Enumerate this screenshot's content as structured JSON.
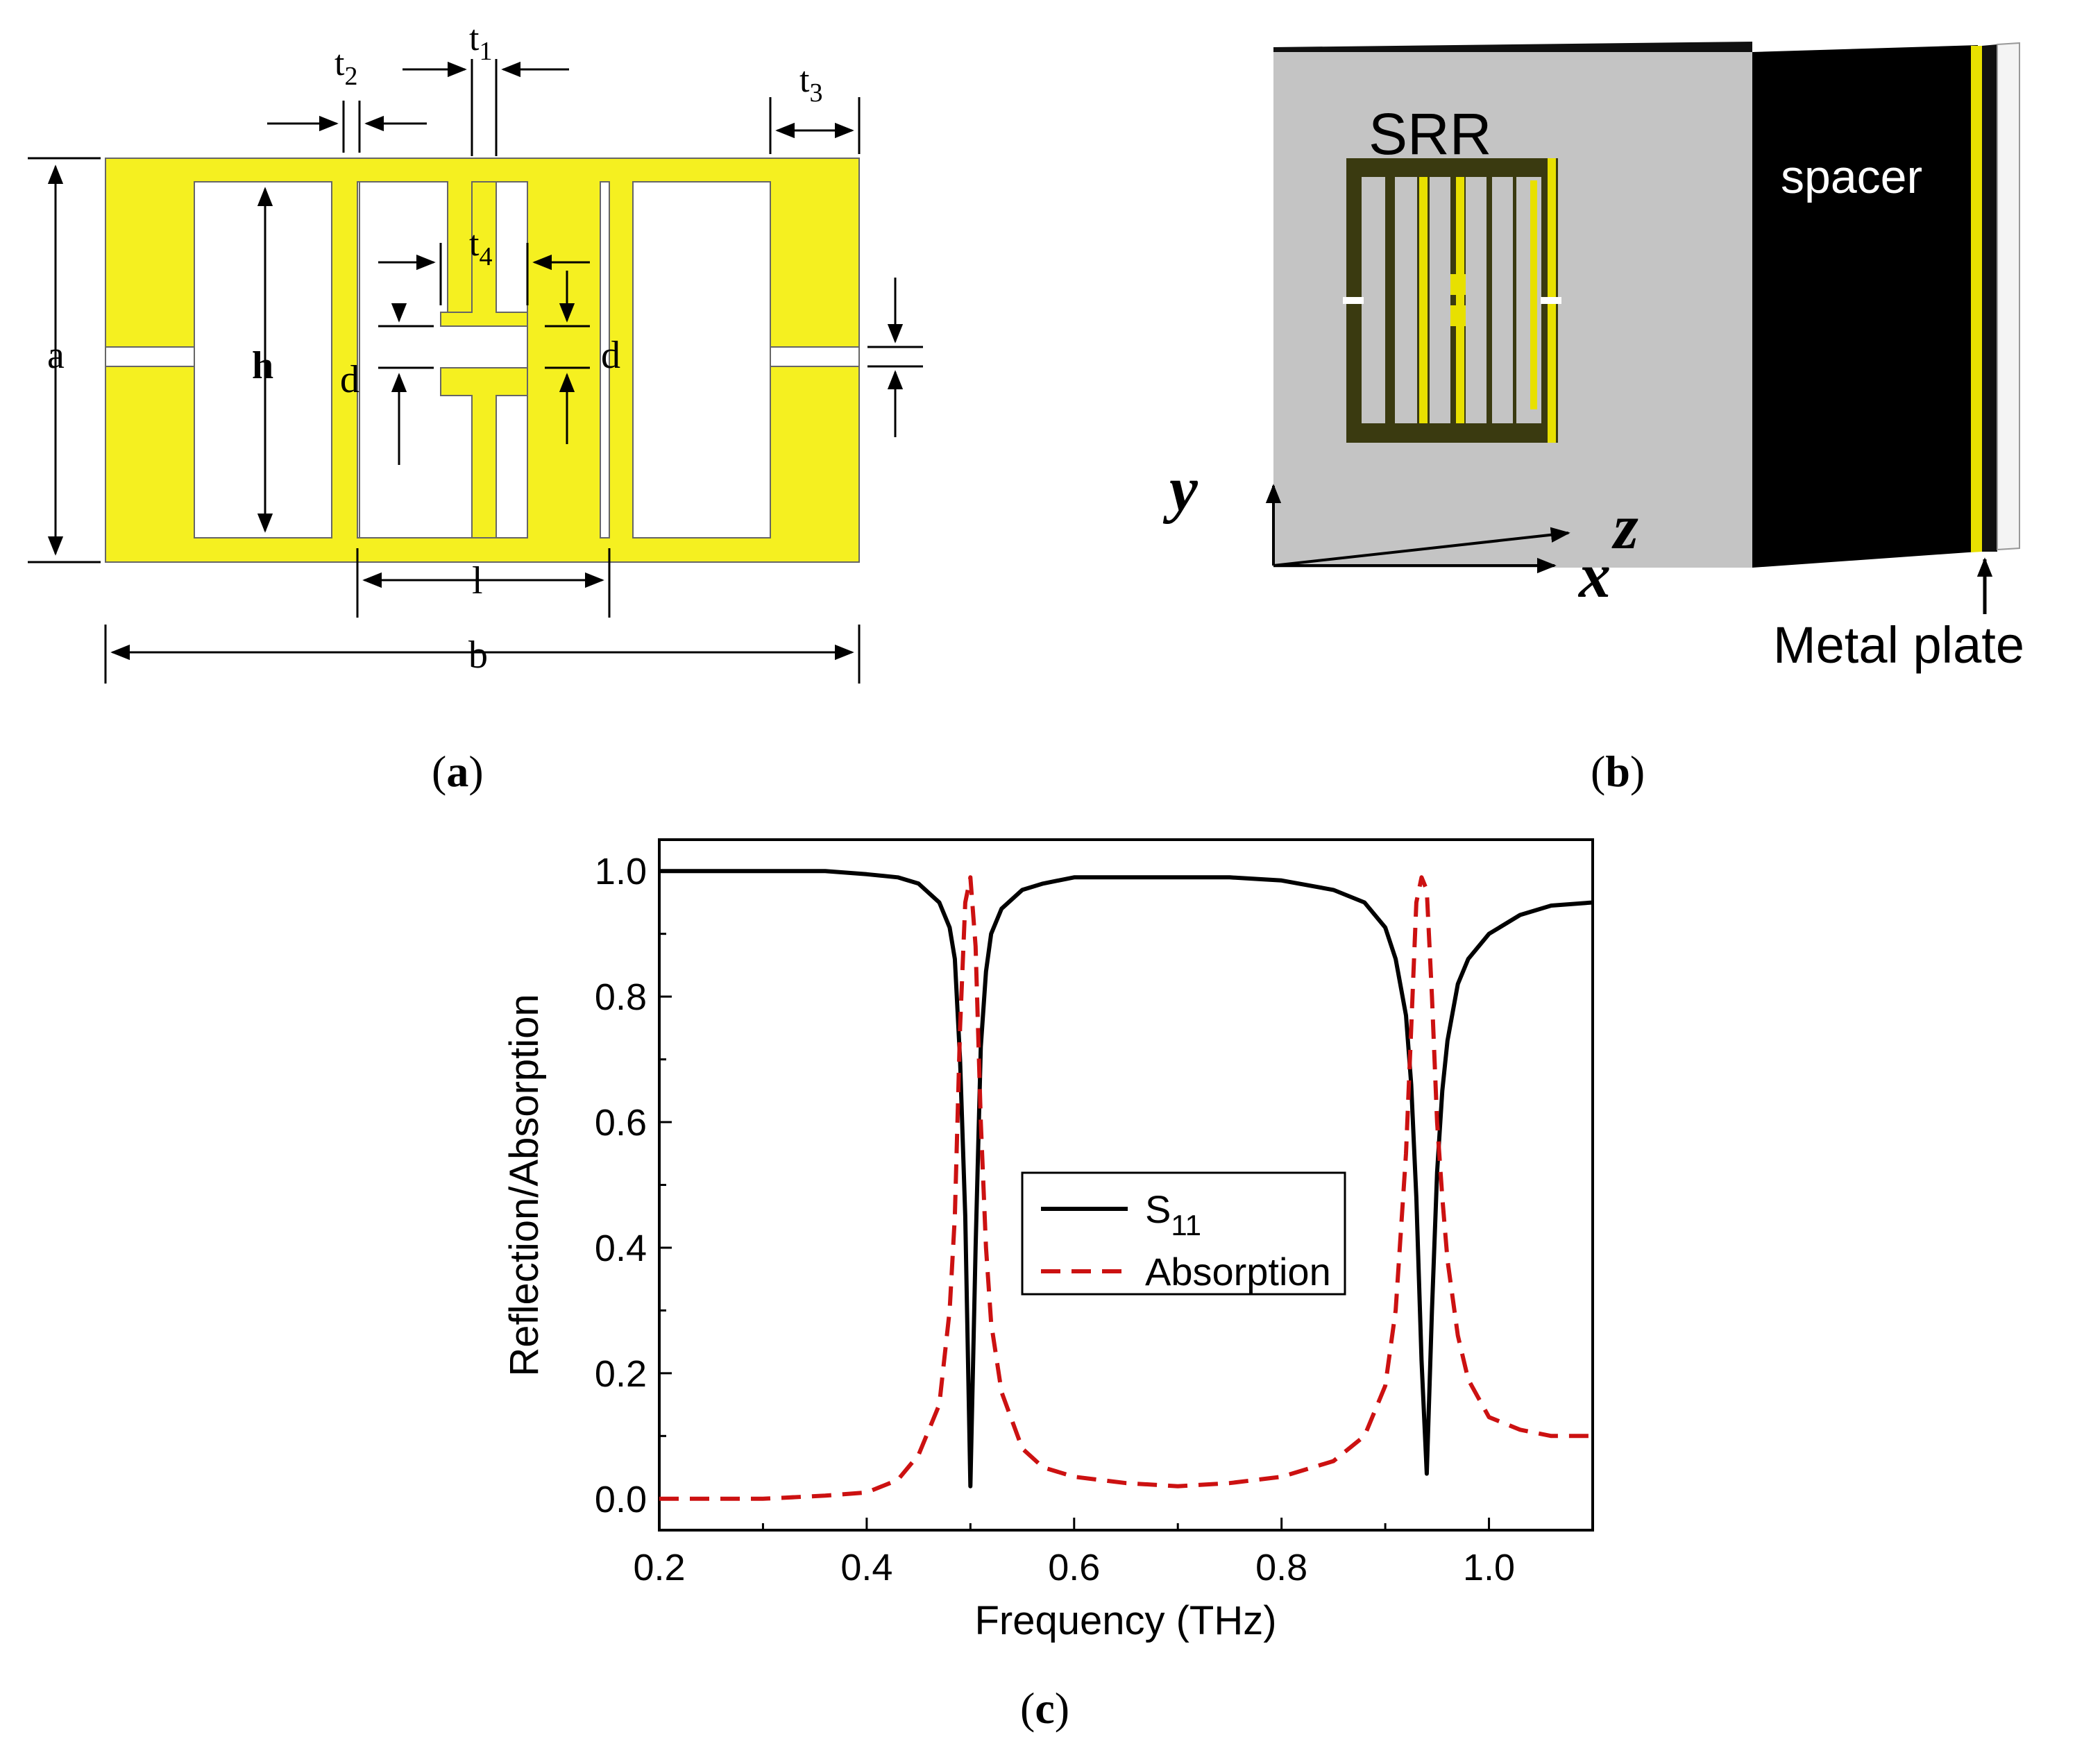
{
  "figure": {
    "panel_a": {
      "caption_open": "(",
      "caption_letter": "a",
      "caption_close": ")",
      "labels": {
        "t1": "t",
        "t1_sub": "1",
        "t2": "t",
        "t2_sub": "2",
        "t3": "t",
        "t3_sub": "3",
        "t4": "t",
        "t4_sub": "4",
        "a": "a",
        "h": "h",
        "d_left": "d",
        "d_right": "d",
        "l": "l",
        "b": "b"
      },
      "colors": {
        "metal": "#f5f020",
        "outline": "#555555"
      }
    },
    "panel_b": {
      "caption_open": "(",
      "caption_letter": "b",
      "caption_close": ")",
      "srr_label": "SRR",
      "spacer_label": "spacer",
      "metal_plate_label": "Metal plate",
      "axis_y": "y",
      "axis_z": "z",
      "axis_x": "x",
      "colors": {
        "face": "#c4c4c4",
        "spacer": "#000000",
        "srr": "#3a3a10",
        "gold": "#e8e000"
      }
    },
    "panel_c": {
      "caption_open": "(",
      "caption_letter": "c",
      "caption_close": ")"
    }
  },
  "chart_data": {
    "type": "line",
    "title": "",
    "xlabel": "Frequency (THz)",
    "ylabel": "Reflection/Absorption",
    "xlim": [
      0.2,
      1.1
    ],
    "ylim": [
      -0.05,
      1.05
    ],
    "xticks": [
      0.2,
      0.4,
      0.6,
      0.8,
      1.0
    ],
    "xtick_labels": [
      "0.2",
      "0.4",
      "0.6",
      "0.8",
      "1.0"
    ],
    "yticks": [
      0.0,
      0.2,
      0.4,
      0.6,
      0.8,
      1.0
    ],
    "ytick_labels": [
      "0.0",
      "0.2",
      "0.4",
      "0.6",
      "0.8",
      "1.0"
    ],
    "grid": false,
    "legend_position": "center",
    "series": [
      {
        "name": "S11",
        "legend_main": "S",
        "legend_sub": "11",
        "style": "solid",
        "color": "#000000",
        "x": [
          0.2,
          0.3,
          0.36,
          0.4,
          0.43,
          0.45,
          0.47,
          0.48,
          0.485,
          0.49,
          0.495,
          0.5,
          0.505,
          0.51,
          0.515,
          0.52,
          0.53,
          0.55,
          0.57,
          0.6,
          0.65,
          0.7,
          0.75,
          0.8,
          0.85,
          0.88,
          0.9,
          0.91,
          0.92,
          0.925,
          0.93,
          0.935,
          0.94,
          0.945,
          0.95,
          0.955,
          0.96,
          0.97,
          0.98,
          1.0,
          1.03,
          1.06,
          1.1
        ],
        "y": [
          1.0,
          1.0,
          1.0,
          0.995,
          0.99,
          0.98,
          0.95,
          0.91,
          0.86,
          0.7,
          0.45,
          0.02,
          0.4,
          0.72,
          0.84,
          0.9,
          0.94,
          0.97,
          0.98,
          0.99,
          0.99,
          0.99,
          0.99,
          0.985,
          0.97,
          0.95,
          0.91,
          0.86,
          0.77,
          0.66,
          0.48,
          0.22,
          0.04,
          0.3,
          0.52,
          0.65,
          0.73,
          0.82,
          0.86,
          0.9,
          0.93,
          0.945,
          0.95
        ]
      },
      {
        "name": "Absorption",
        "legend_main": "Absorption",
        "style": "dashed",
        "color": "#cc1111",
        "x": [
          0.2,
          0.3,
          0.36,
          0.4,
          0.43,
          0.45,
          0.47,
          0.48,
          0.485,
          0.49,
          0.495,
          0.5,
          0.505,
          0.51,
          0.515,
          0.52,
          0.53,
          0.55,
          0.57,
          0.6,
          0.65,
          0.7,
          0.75,
          0.8,
          0.85,
          0.88,
          0.9,
          0.91,
          0.92,
          0.925,
          0.93,
          0.935,
          0.94,
          0.945,
          0.95,
          0.955,
          0.96,
          0.97,
          0.98,
          1.0,
          1.03,
          1.06,
          1.1
        ],
        "y": [
          0.0,
          0.0,
          0.005,
          0.01,
          0.03,
          0.07,
          0.15,
          0.3,
          0.45,
          0.75,
          0.95,
          0.99,
          0.88,
          0.6,
          0.4,
          0.28,
          0.17,
          0.08,
          0.05,
          0.035,
          0.025,
          0.02,
          0.025,
          0.035,
          0.06,
          0.1,
          0.18,
          0.3,
          0.55,
          0.75,
          0.95,
          0.99,
          0.97,
          0.8,
          0.6,
          0.48,
          0.38,
          0.26,
          0.19,
          0.13,
          0.11,
          0.1,
          0.1
        ]
      }
    ]
  }
}
